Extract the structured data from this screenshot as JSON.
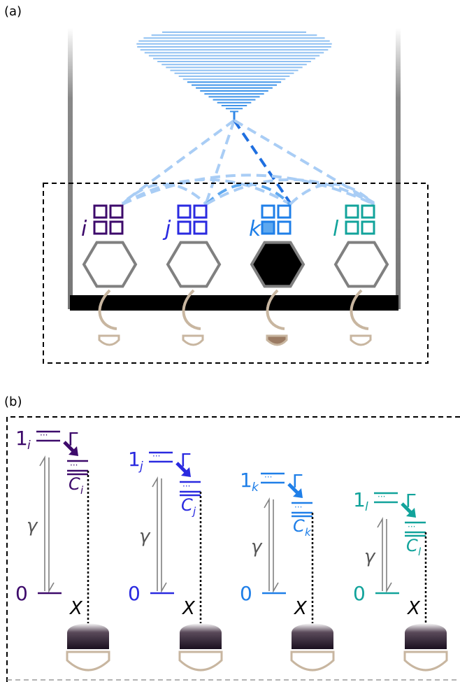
{
  "panel_a": {
    "label": "(a)",
    "nodes": [
      {
        "id": "i",
        "color": "#3d0a6b"
      },
      {
        "id": "j",
        "color": "#2a2ae0"
      },
      {
        "id": "k",
        "color": "#1f7fe8"
      },
      {
        "id": "l",
        "color": "#12a39b"
      }
    ],
    "selected_node": "k"
  },
  "panel_b": {
    "label": "(b)",
    "levels": [
      {
        "excited": "1",
        "sub": "i",
        "cavity": "C",
        "ground": "0",
        "color": "#3d0a6b"
      },
      {
        "excited": "1",
        "sub": "j",
        "cavity": "C",
        "ground": "0",
        "color": "#2a2ae0"
      },
      {
        "excited": "1",
        "sub": "k",
        "cavity": "C",
        "ground": "0",
        "color": "#1f7fe8"
      },
      {
        "excited": "1",
        "sub": "l",
        "cavity": "C",
        "ground": "0",
        "color": "#12a39b"
      }
    ],
    "decay_symbol": "Γ",
    "pump_symbol": "γ",
    "cross_symbol": "X"
  },
  "colors": {
    "hexagon_stroke": "#808080",
    "fiber": "#c8b6a0",
    "bar": "#000000",
    "beam_light": "#a9cdf5",
    "beam_mid": "#5ea8ef",
    "beam_dark": "#1f6fe0"
  }
}
